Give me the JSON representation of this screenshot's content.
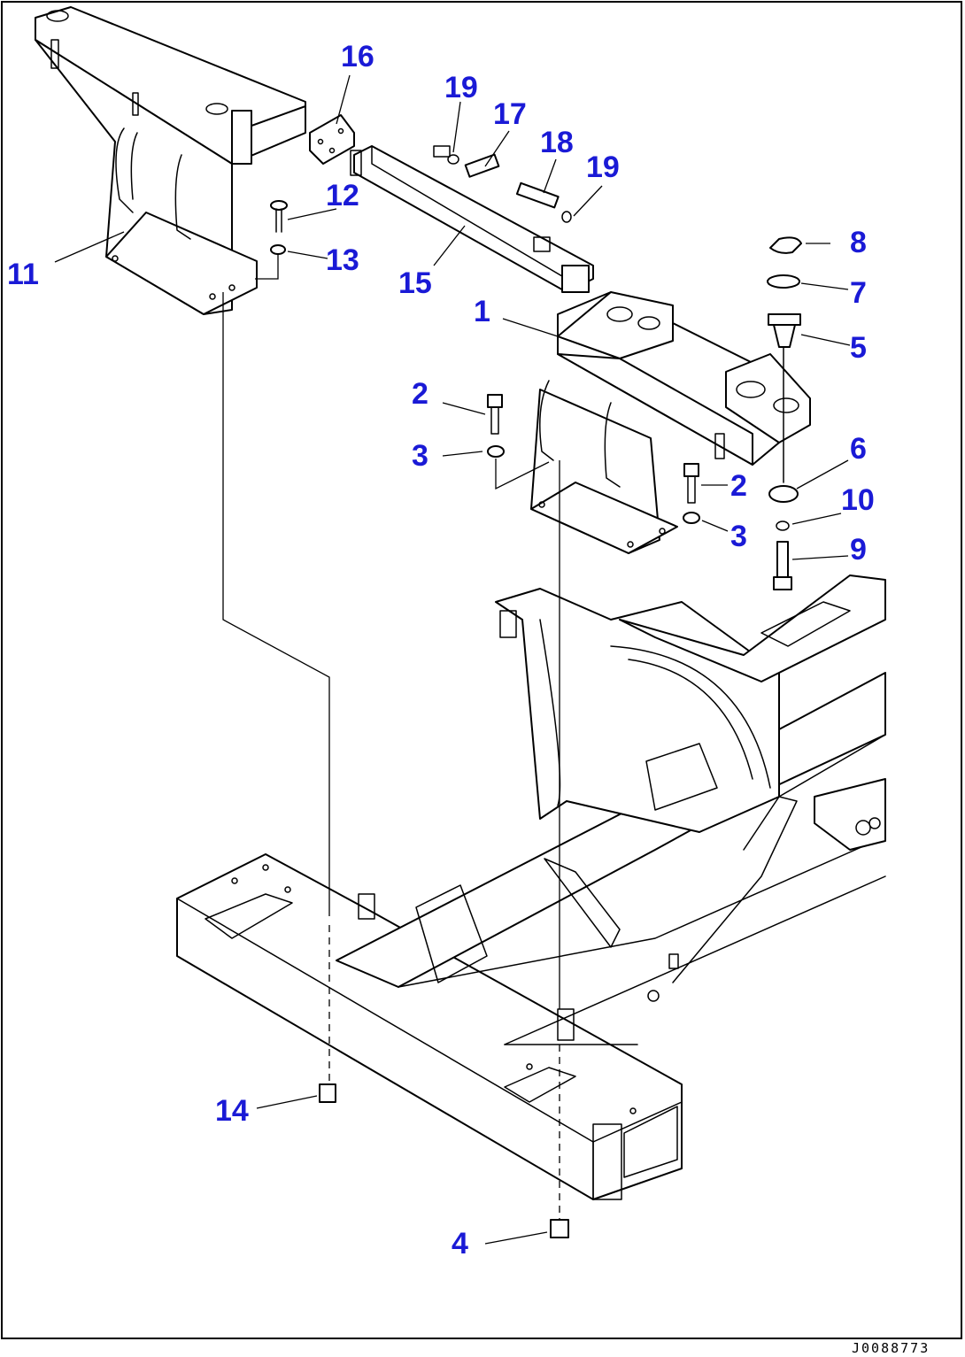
{
  "callouts": [
    {
      "id": "c1",
      "label": "1"
    },
    {
      "id": "c2a",
      "label": "2"
    },
    {
      "id": "c2b",
      "label": "2"
    },
    {
      "id": "c3a",
      "label": "3"
    },
    {
      "id": "c3b",
      "label": "3"
    },
    {
      "id": "c4",
      "label": "4"
    },
    {
      "id": "c5",
      "label": "5"
    },
    {
      "id": "c6",
      "label": "6"
    },
    {
      "id": "c7",
      "label": "7"
    },
    {
      "id": "c8",
      "label": "8"
    },
    {
      "id": "c9",
      "label": "9"
    },
    {
      "id": "c10",
      "label": "10"
    },
    {
      "id": "c11",
      "label": "11"
    },
    {
      "id": "c12",
      "label": "12"
    },
    {
      "id": "c13",
      "label": "13"
    },
    {
      "id": "c14",
      "label": "14"
    },
    {
      "id": "c15",
      "label": "15"
    },
    {
      "id": "c16",
      "label": "16"
    },
    {
      "id": "c17",
      "label": "17"
    },
    {
      "id": "c18",
      "label": "18"
    },
    {
      "id": "c19a",
      "label": "19"
    },
    {
      "id": "c19b",
      "label": "19"
    }
  ],
  "document_id": "J0088773",
  "colors": {
    "callout": "#1a1ad6",
    "line": "#000000",
    "background": "#ffffff"
  }
}
